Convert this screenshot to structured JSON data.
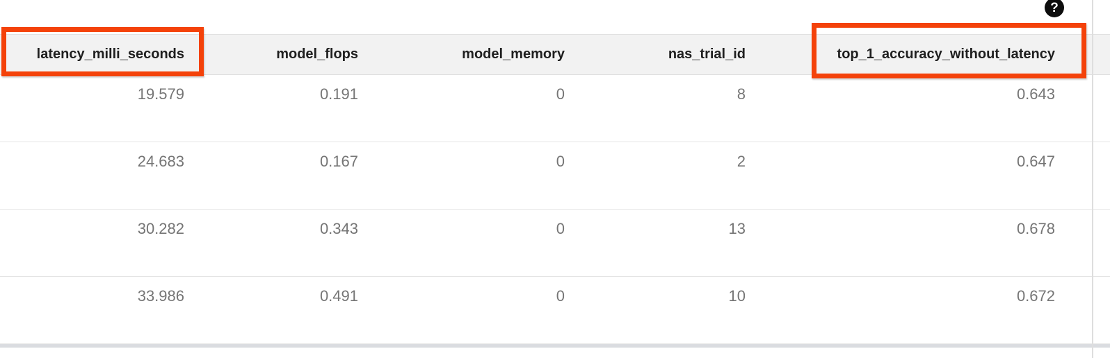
{
  "help": {
    "glyph": "?"
  },
  "annotation_color": "#f4420a",
  "table": {
    "columns": [
      {
        "key": "latency_milli_seconds",
        "label": "latency_milli_seconds",
        "highlighted": true
      },
      {
        "key": "model_flops",
        "label": "model_flops",
        "highlighted": false
      },
      {
        "key": "model_memory",
        "label": "model_memory",
        "highlighted": false
      },
      {
        "key": "nas_trial_id",
        "label": "nas_trial_id",
        "highlighted": false
      },
      {
        "key": "top_1_accuracy_without_latency",
        "label": "top_1_accuracy_without_latency",
        "highlighted": true
      }
    ],
    "rows": [
      [
        "19.579",
        "0.191",
        "0",
        "8",
        "0.643"
      ],
      [
        "24.683",
        "0.167",
        "0",
        "2",
        "0.647"
      ],
      [
        "30.282",
        "0.343",
        "0",
        "13",
        "0.678"
      ],
      [
        "33.986",
        "0.491",
        "0",
        "10",
        "0.672"
      ]
    ]
  }
}
